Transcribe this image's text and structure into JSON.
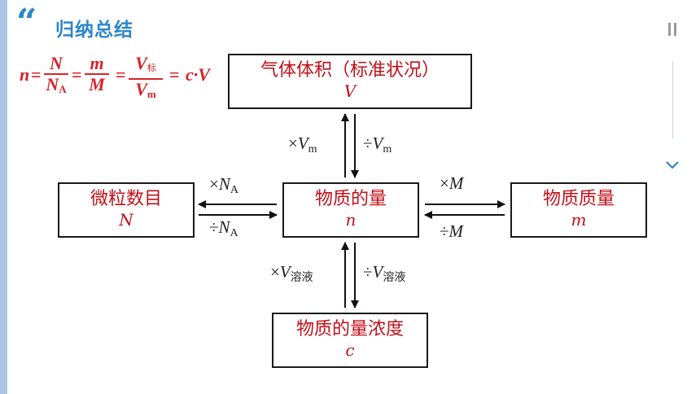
{
  "header": {
    "quote_mark": "“",
    "title": "归纳总结"
  },
  "formula": {
    "n": "n",
    "eq": "=",
    "N": "N",
    "NA_base": "N",
    "NA_sub": "A",
    "m": "m",
    "M": "M",
    "V_std_base": "V",
    "V_std_sub": "标",
    "Vm_base": "V",
    "Vm_sub": "m",
    "cV": "c·V"
  },
  "boxes": {
    "volume": {
      "title": "气体体积（标准状况）",
      "symbol": "V"
    },
    "particles": {
      "title": "微粒数目",
      "symbol": "N"
    },
    "amount": {
      "title": "物质的量",
      "symbol": "n"
    },
    "mass": {
      "title": "物质质量",
      "symbol": "m"
    },
    "concentration": {
      "title": "物质的量浓度",
      "symbol": "c"
    }
  },
  "arrows": {
    "times_vm": {
      "op": "×",
      "var": "V",
      "sub": "m"
    },
    "div_vm": {
      "op": "÷",
      "var": "V",
      "sub": "m"
    },
    "times_na": {
      "op": "×",
      "var": "N",
      "sub": "A"
    },
    "div_na": {
      "op": "÷",
      "var": "N",
      "sub": "A"
    },
    "times_m": {
      "op": "×",
      "var": "M"
    },
    "div_m": {
      "op": "÷",
      "var": "M"
    },
    "times_vsol": {
      "op": "×",
      "var": "V",
      "sub": "溶液"
    },
    "div_vsol": {
      "op": "÷",
      "var": "V",
      "sub": "溶液"
    }
  },
  "colors": {
    "accent": "#2d86c9",
    "red": "#c0101a",
    "formula_red": "#d8232a",
    "side_bar": "#a9c4e4"
  },
  "icons": [
    "pause-icon",
    "chevron-down-icon"
  ]
}
